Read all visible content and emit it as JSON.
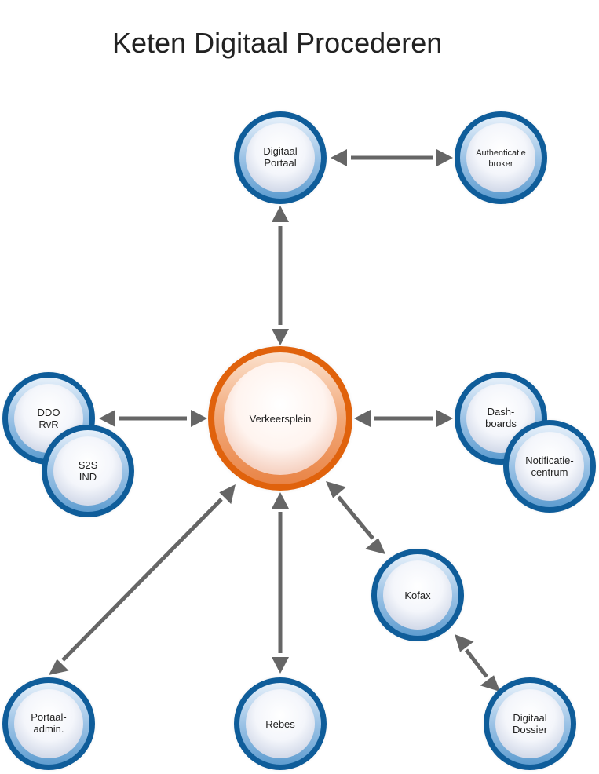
{
  "title": "Keten Digitaal Procederen",
  "colors": {
    "blue_ring": "#0f5d9a",
    "orange_ring": "#e0620c",
    "arrow": "#666666",
    "text": "#222222"
  },
  "nodes": {
    "digitaal_portaal": {
      "lines": [
        "Digitaal",
        "Portaal"
      ]
    },
    "authenticatie_broker": {
      "lines": [
        "Authenticatie",
        "broker"
      ]
    },
    "verkeersplein": {
      "lines": [
        "Verkeersplein"
      ]
    },
    "ddo_rvr": {
      "lines": [
        "DDO",
        "RvR"
      ]
    },
    "s2s_ind": {
      "lines": [
        "S2S",
        "IND"
      ]
    },
    "dashboards": {
      "lines": [
        "Dash-",
        "boards"
      ]
    },
    "notificatiecentrum": {
      "lines": [
        "Notificatie-",
        "centrum"
      ]
    },
    "kofax": {
      "lines": [
        "Kofax"
      ]
    },
    "portaal_admin": {
      "lines": [
        "Portaal-",
        "admin."
      ]
    },
    "rebes": {
      "lines": [
        "Rebes"
      ]
    },
    "digitaal_dossier": {
      "lines": [
        "Digitaal",
        "Dossier"
      ]
    }
  },
  "edges": [
    {
      "from": "digitaal_portaal",
      "to": "authenticatie_broker"
    },
    {
      "from": "digitaal_portaal",
      "to": "verkeersplein"
    },
    {
      "from": "ddo_rvr",
      "to": "verkeersplein"
    },
    {
      "from": "verkeersplein",
      "to": "dashboards"
    },
    {
      "from": "verkeersplein",
      "to": "portaal_admin"
    },
    {
      "from": "verkeersplein",
      "to": "rebes"
    },
    {
      "from": "verkeersplein",
      "to": "kofax"
    },
    {
      "from": "kofax",
      "to": "digitaal_dossier"
    }
  ]
}
